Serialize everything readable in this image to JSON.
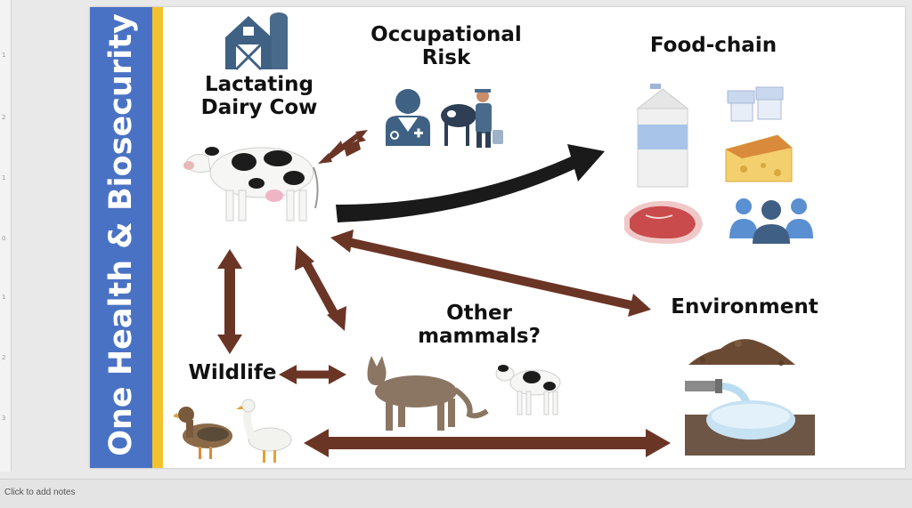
{
  "slide": {
    "title": "One Health & Biosecurity",
    "labels": {
      "dairy_cow": "Lactating Dairy Cow",
      "occupational_risk": "Occupational Risk",
      "food_chain": "Food-chain",
      "environment": "Environment",
      "other_mammals": "Other mammals?",
      "wildlife": "Wildlife"
    },
    "colors": {
      "sidebar": "#4a72c4",
      "stripe": "#f2c12e",
      "arrow_brown": "#6b3526",
      "arrow_black": "#1a1a1a"
    },
    "icons": [
      "barn-icon",
      "doctor-icon",
      "farmer-with-cow-icon",
      "cow-icon",
      "milk-carton-icon",
      "yogurt-icon",
      "cheese-icon",
      "meat-steak-icon",
      "people-group-icon",
      "soil-pile-icon",
      "wastewater-pipe-icon",
      "cat-icon",
      "calf-icon",
      "duck-icon",
      "goose-icon"
    ]
  },
  "notes": {
    "placeholder": "Click to add notes"
  }
}
